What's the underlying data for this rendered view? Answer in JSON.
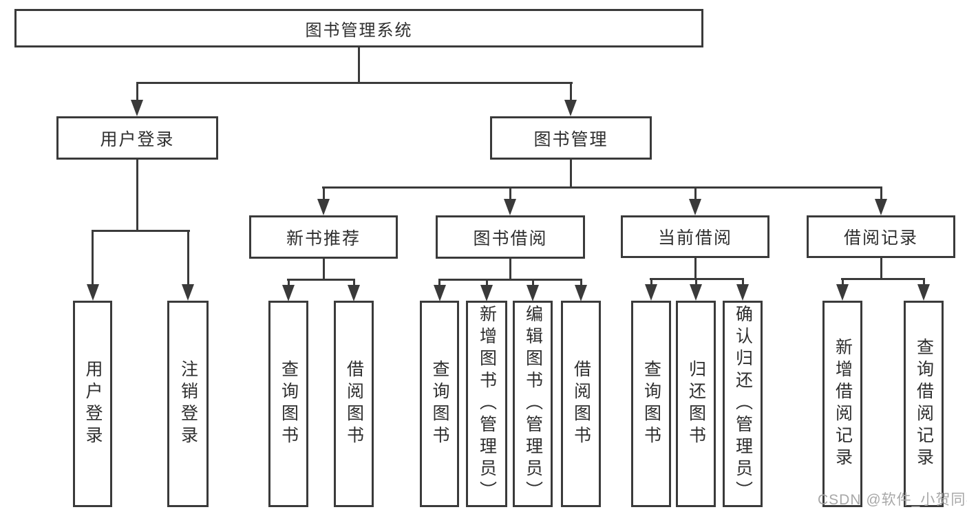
{
  "colors": {
    "line": "#3a3a3a",
    "text": "#2e2e2e",
    "watermark": "#a8a8a8",
    "background": "#ffffff"
  },
  "root": {
    "label": "图书管理系统"
  },
  "user_login": {
    "label": "用户登录",
    "children": [
      {
        "label": "用户登录"
      },
      {
        "label": "注销登录"
      }
    ]
  },
  "book_mgmt": {
    "label": "图书管理",
    "children": [
      {
        "label": "新书推荐",
        "children": [
          {
            "label": "查询图书"
          },
          {
            "label": "借阅图书"
          }
        ]
      },
      {
        "label": "图书借阅",
        "children": [
          {
            "label": "查询图书"
          },
          {
            "label": "新增图书（管理员）"
          },
          {
            "label": "编辑图书（管理员）"
          },
          {
            "label": "借阅图书"
          }
        ]
      },
      {
        "label": "当前借阅",
        "children": [
          {
            "label": "查询图书"
          },
          {
            "label": "归还图书"
          },
          {
            "label": "确认归还（管理员）"
          }
        ]
      },
      {
        "label": "借阅记录",
        "children": [
          {
            "label": "新增借阅记录"
          },
          {
            "label": "查询借阅记录"
          }
        ]
      }
    ]
  },
  "watermark": {
    "text": "CSDN @软件_小贺同学"
  }
}
